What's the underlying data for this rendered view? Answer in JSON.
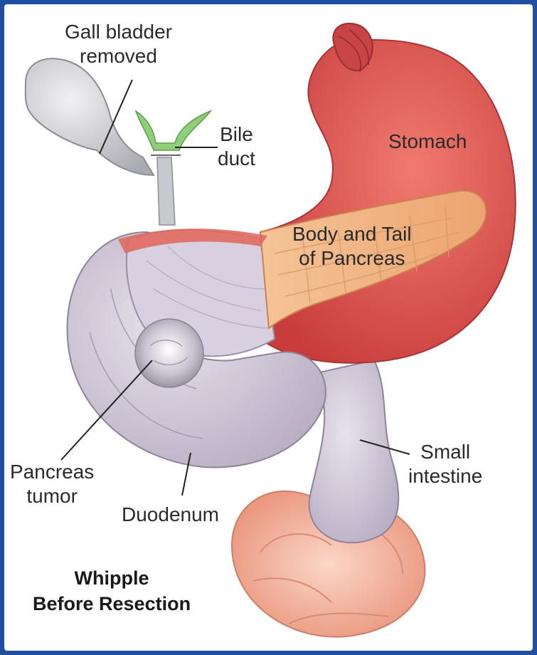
{
  "labels": {
    "gall_bladder": [
      "Gall bladder",
      "removed"
    ],
    "bile_duct": [
      "Bile",
      "duct"
    ],
    "stomach": "Stomach",
    "pancreas_body_tail": [
      "Body and Tail",
      "of Pancreas"
    ],
    "small_intestine": [
      "Small",
      "intestine"
    ],
    "pancreas_tumor": [
      "Pancreas",
      "tumor"
    ],
    "duodenum": "Duodenum"
  },
  "title": [
    "Whipple",
    "Before Resection"
  ],
  "colors": {
    "frame": "#1f4f9e",
    "stomach": "#e05a55",
    "pancreas": "#f0b07e",
    "duodenum": "#cfc6d6",
    "gall_bladder": "#c9c9cf",
    "bile_duct_branch": "#8fcf7a",
    "intestine_coil": "#f3b39a"
  }
}
